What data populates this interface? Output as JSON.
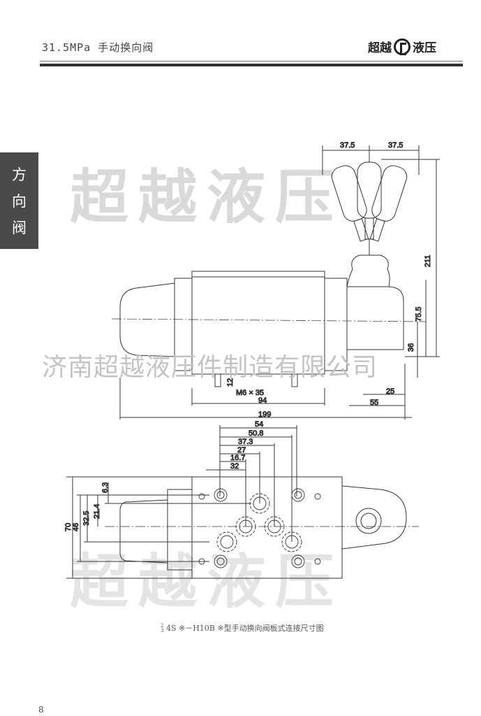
{
  "header": {
    "title": "31.5MPa 手动换向阀",
    "logo_left": "超越",
    "logo_right": "液压"
  },
  "side_tab": [
    "方",
    "向",
    "阀"
  ],
  "watermarks": {
    "top": "超越液压",
    "company": "济南超越液压件制造有限公司",
    "bottom": "超越液压"
  },
  "side_view_dims": {
    "handle_left": "37.5",
    "handle_right": "37.5",
    "height_total": "211",
    "height_mid": "75.5",
    "height_base": "36",
    "bolt_len": "12",
    "bolt": "M6 × 35",
    "mount_span": "94",
    "right_25": "25",
    "right_55": "55",
    "length_total": "199"
  },
  "plan_view_dims": {
    "h54": "54",
    "h50_8": "50.8",
    "h37_3": "37.3",
    "h27": "27",
    "h16_7": "16.7",
    "h32": "32",
    "v70": "70",
    "v46": "46",
    "v32_5": "32.5",
    "v21_4": "21.4",
    "v6_3": "6.3"
  },
  "caption": {
    "fraction_top": "2",
    "fraction_bottom": "3",
    "text": "4S ※－H10B ※型手动换向阀板式连接尺寸图"
  },
  "page_number": "8"
}
